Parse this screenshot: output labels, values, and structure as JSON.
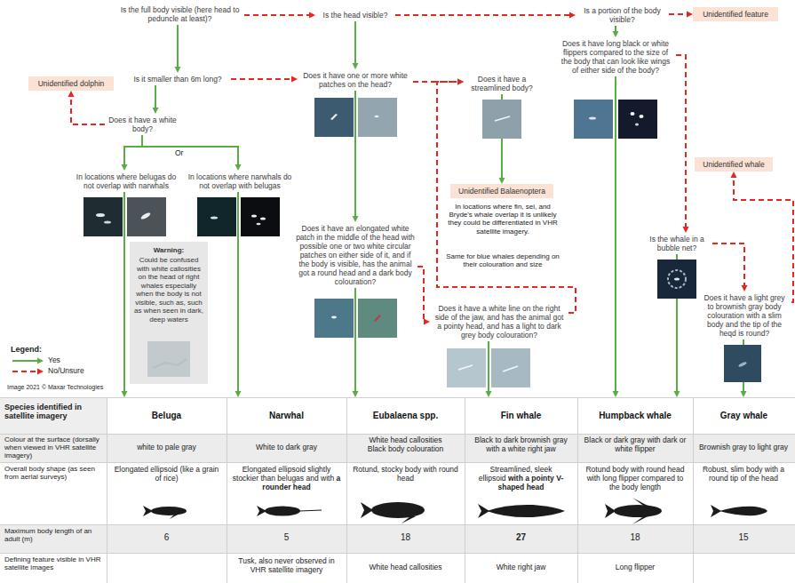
{
  "diagram": {
    "nodes": [
      {
        "text": [
          "Is the full body visible (here head to peduncle at least)?"
        ]
      },
      {
        "text": [
          "Is the head visible?"
        ]
      },
      {
        "text": [
          "Is a portion of the body visible?"
        ]
      },
      {
        "text": [
          "Unidentified feature"
        ]
      },
      {
        "text": [
          "Unidentified dolphin"
        ]
      },
      {
        "text": [
          "Is it smaller than 6m long?"
        ]
      },
      {
        "text": [
          "Does it have one or more white patches on the head?"
        ]
      },
      {
        "text": [
          "Does it have a streamlined body?"
        ]
      },
      {
        "text": [
          "Does it have long black or white flippers compared to the size of the body that can look like wings of either side of the body?"
        ]
      },
      {
        "text": [
          "Does it have a white body?"
        ]
      },
      {
        "text": [
          "Unidentified whale"
        ]
      },
      {
        "text": [
          "In locations where belugas do not overlap with narwhals"
        ]
      },
      {
        "text": [
          "In locations where narwhals do not overlap with belugas"
        ]
      },
      {
        "text": [
          "Unidentified Balaenoptera"
        ]
      },
      {
        "text": [
          "Is the whale in a bubble net?"
        ]
      },
      {
        "text": [
          "Warning:",
          "Could be confused with white callosities on the head of right whales especially when the body is not visible, such as, such as when seen in dark, deep waters"
        ]
      },
      {
        "text": [
          "Does it have an elongated white patch in the middle of the head with possible one or two white circular patches on either side of it, and if the body is visible, has the animal got a round head and a dark body colouration?"
        ]
      },
      {
        "text": [
          "Does it have a light grey to brownish gray body colouration with a slim body and the tip of the heqd is round?"
        ]
      },
      {
        "text": [
          "Does it have a white line on the right side of the jaw, and has the animal got a pointy head, and has a light to dark grey body colouration?"
        ]
      },
      {
        "text": [
          "Beluga"
        ]
      },
      {
        "text": [
          "Narwhal"
        ]
      },
      {
        "text": [
          "Eubalaena spp."
        ]
      },
      {
        "text": [
          "Fin whale"
        ]
      },
      {
        "text": [
          "Humpback whale"
        ]
      },
      {
        "text": [
          "Gray whale"
        ]
      }
    ],
    "edges": [
      {
        "from": 0,
        "to": 1,
        "arrow": "to"
      },
      {
        "from": 1,
        "to": 2,
        "arrow": "to"
      },
      {
        "from": 2,
        "to": 3,
        "arrow": "to"
      },
      {
        "from": 0,
        "to": 5,
        "arrow": "to"
      },
      {
        "from": 5,
        "to": 6,
        "arrow": "to"
      },
      {
        "from": 5,
        "to": 9,
        "arrow": "to"
      },
      {
        "from": 9,
        "to": 4,
        "arrow": "to"
      },
      {
        "from": 9,
        "to": 11,
        "arrow": "to"
      },
      {
        "from": 9,
        "to": 12,
        "arrow": "to"
      },
      {
        "from": 1,
        "to": 6,
        "arrow": "to"
      },
      {
        "from": 6,
        "to": 7,
        "arrow": "to"
      },
      {
        "from": 6,
        "to": 16,
        "arrow": "to"
      },
      {
        "from": 7,
        "to": 13,
        "arrow": "to"
      },
      {
        "from": 18,
        "to": 7,
        "arrow": "to"
      },
      {
        "from": 16,
        "to": 18,
        "arrow": "to"
      },
      {
        "from": 16,
        "to": 21,
        "arrow": "to"
      },
      {
        "from": 18,
        "to": 22,
        "arrow": "to"
      },
      {
        "from": 2,
        "to": 8,
        "arrow": "to"
      },
      {
        "from": 8,
        "to": 23,
        "arrow": "to"
      },
      {
        "from": 8,
        "to": 14,
        "arrow": "to"
      },
      {
        "from": 14,
        "to": 23,
        "arrow": "to"
      },
      {
        "from": 14,
        "to": 17,
        "arrow": "to"
      },
      {
        "from": 17,
        "to": 10,
        "arrow": "to"
      },
      {
        "from": 17,
        "to": 24,
        "arrow": "to"
      },
      {
        "from": 11,
        "to": 19,
        "arrow": "to"
      },
      {
        "from": 12,
        "to": 20,
        "arrow": "to"
      }
    ],
    "labels": [
      "Or",
      "In locations where fin, sei, and Bryde's whale overlap it is unlikely they could be differentiated in VHR satellite imagery.",
      "Same for blue whales depending on their colouration and size",
      "Legend:",
      "Image 2021 © Maxar Technologies",
      "Species identified in satellite imagery",
      "Colour at the surface (dorsally when viewed in VHR satellite imagery)",
      "white to pale gray",
      "White to dark gray",
      "White head callosities Black body colouration",
      "Black to dark brownish gray with a white right jaw",
      "Black or dark gray with dark or white flipper",
      "Brownish gray to light gray",
      "Overall body shape (as seen from aerial surveys)",
      "Elongated ellipsoid (like a grain of rice)",
      "Elongated ellipsoid slightly stockier than belugas and with",
      "a rounder head",
      "Rotund, stocky body with round head",
      "Streamlined, sleek ellipsoid",
      "with a pointy V-shaped head",
      "Rotund body with round head with long flipper compared to the body length",
      "Robust, slim body with a round tip of the head",
      "Maximum body length of an adult (m)",
      "6",
      "5",
      "18",
      "27",
      "18",
      "15",
      "Defining feature visible in VHR satellite images",
      "Tusk, also never observed in VHR satellite imagery",
      "White head callosities",
      "White right jaw",
      "Long flipper"
    ],
    "legend": [
      {
        "text": "Yes"
      },
      {
        "text": "No/Unsure"
      }
    ]
  }
}
